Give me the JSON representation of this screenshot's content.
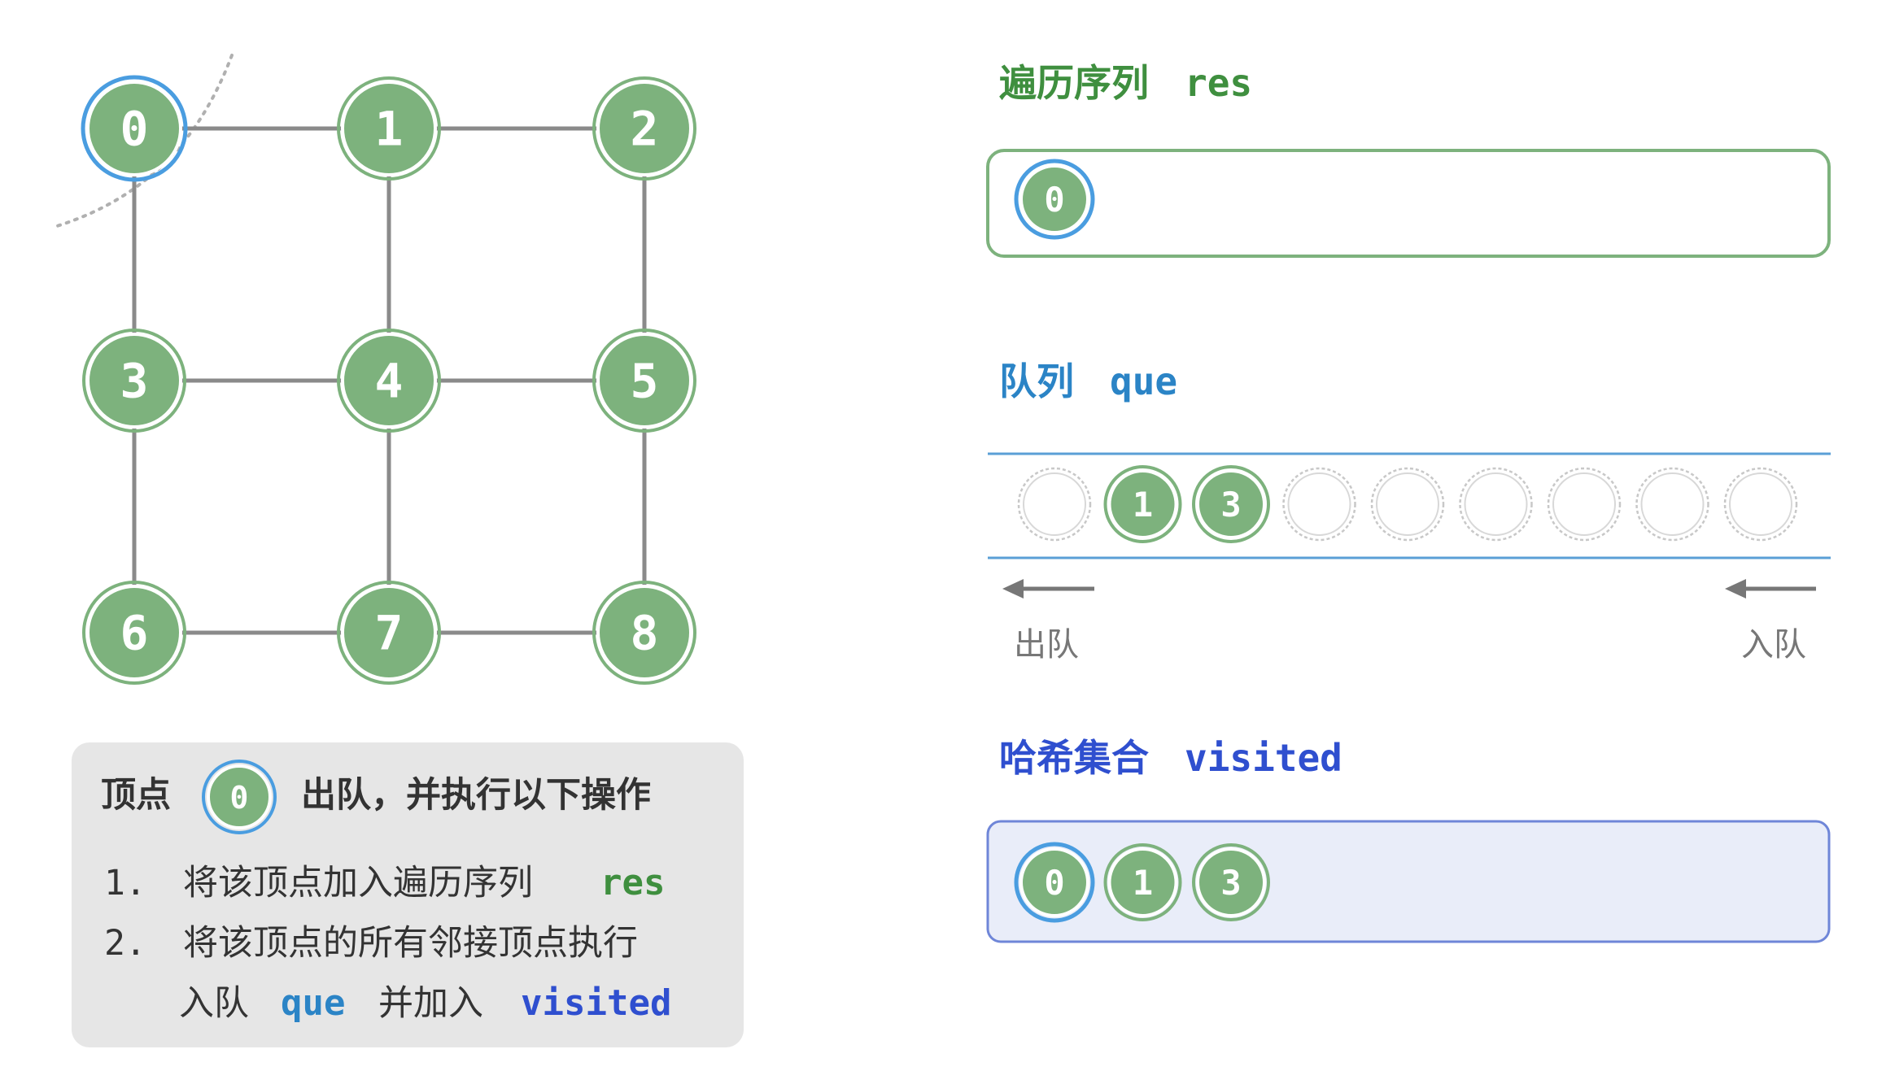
{
  "graph": {
    "nodes": [
      "0",
      "1",
      "2",
      "3",
      "4",
      "5",
      "6",
      "7",
      "8"
    ],
    "edges": [
      [
        "0",
        "1"
      ],
      [
        "1",
        "2"
      ],
      [
        "3",
        "4"
      ],
      [
        "4",
        "5"
      ],
      [
        "6",
        "7"
      ],
      [
        "7",
        "8"
      ],
      [
        "0",
        "3"
      ],
      [
        "3",
        "6"
      ],
      [
        "1",
        "4"
      ],
      [
        "4",
        "7"
      ],
      [
        "2",
        "5"
      ],
      [
        "5",
        "8"
      ]
    ],
    "current": "0"
  },
  "res": {
    "title_cn": "遍历序列",
    "title_code": "res",
    "items": [
      "0"
    ],
    "highlight": "0"
  },
  "queue": {
    "title_cn": "队列",
    "title_code": "que",
    "slots": [
      "",
      "1",
      "3",
      "",
      "",
      "",
      "",
      "",
      ""
    ],
    "dequeue_label": "出队",
    "enqueue_label": "入队"
  },
  "visited": {
    "title_cn": "哈希集合",
    "title_code": "visited",
    "items": [
      "0",
      "1",
      "3"
    ],
    "highlight": "0"
  },
  "note": {
    "head_pre": "顶点",
    "head_node": "0",
    "head_post": "出队，并执行以下操作",
    "step1_num": "1.",
    "step1_text": "将该顶点加入遍历序列",
    "step1_code": "res",
    "step2_num": "2.",
    "step2_text_a": "将该顶点的所有邻接顶点执行",
    "step2_text_b": "入队",
    "step2_code_a": "que",
    "step2_text_c": "并加入",
    "step2_code_b": "visited"
  },
  "colors": {
    "node_fill": "#7db27d",
    "node_ring": "#7db27d",
    "highlight_ring": "#4a9de0",
    "edge": "#8a8a8a",
    "res_accent": "#3f8f3f",
    "queue_accent": "#2b84c6",
    "visited_accent": "#2f4fcf",
    "visited_bg": "#e9edf9",
    "note_bg": "#e6e6e6",
    "text_dark": "#333333",
    "muted": "#777777"
  }
}
